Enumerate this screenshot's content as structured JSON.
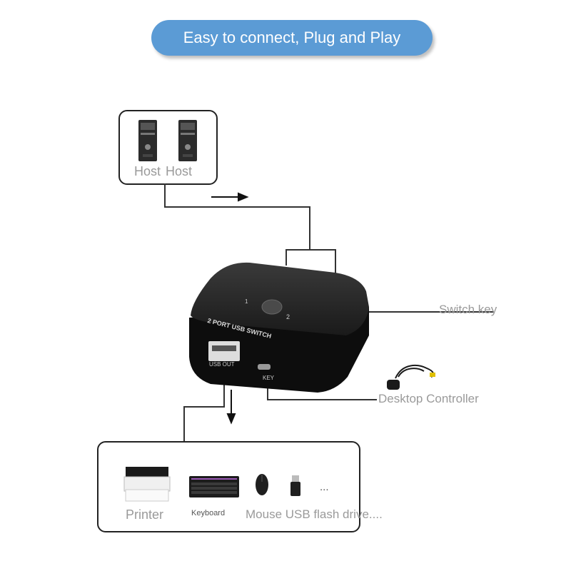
{
  "banner": {
    "text": "Easy to connect, Plug and Play"
  },
  "hosts": {
    "label_1": "Host",
    "label_2": "Host"
  },
  "switch": {
    "name_text": "2 PORT USB SWITCH",
    "port_1": "1",
    "port_2": "2",
    "usb_out_text": "USB OUT",
    "key_text": "KEY"
  },
  "callouts": {
    "switch_key": "Switch key",
    "desktop_controller": "Desktop Controller"
  },
  "devices": {
    "printer": "Printer",
    "keyboard": "Keyboard",
    "mouse_flash": "Mouse USB flash drive....",
    "ellipsis": "..."
  },
  "icons": [
    "host-pc-icon",
    "usb-switch-icon",
    "desktop-controller-icon",
    "printer-icon",
    "keyboard-icon",
    "mouse-icon",
    "usb-flash-drive-icon"
  ],
  "colors": {
    "banner_bg": "#5b9bd5",
    "banner_text": "#ffffff",
    "label_gray": "#9a9a9a",
    "device_body": "#111111"
  }
}
